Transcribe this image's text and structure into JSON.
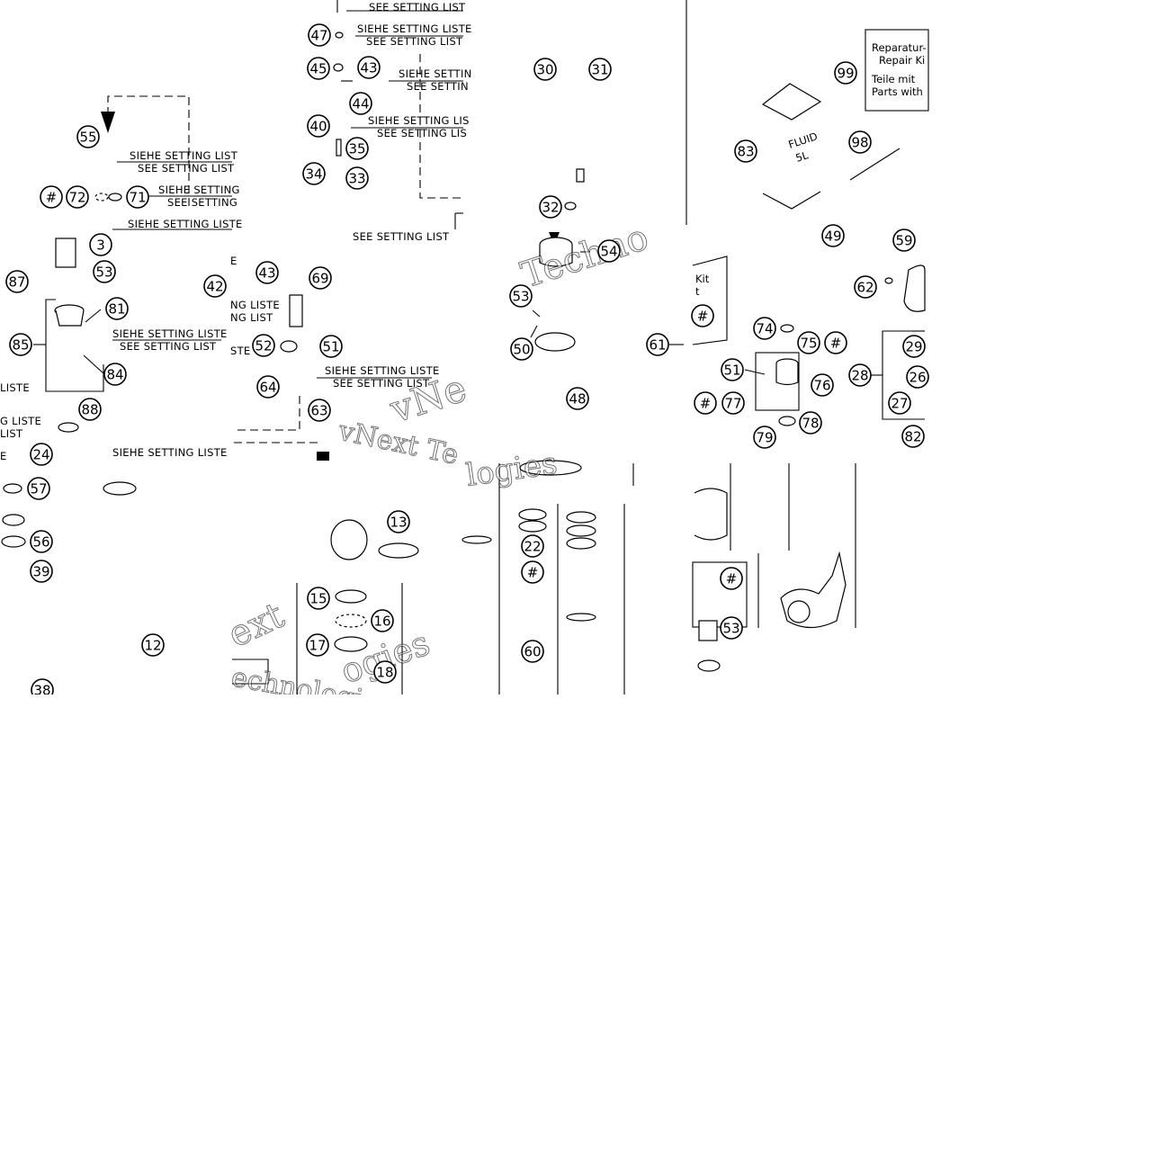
{
  "callouts": [
    {
      "id": "c55",
      "label": "55"
    },
    {
      "id": "c72",
      "label": "72"
    },
    {
      "id": "c71",
      "label": "71"
    },
    {
      "id": "cH1",
      "label": "#"
    },
    {
      "id": "c3",
      "label": "3"
    },
    {
      "id": "c87",
      "label": "87"
    },
    {
      "id": "c53a",
      "label": "53"
    },
    {
      "id": "c42",
      "label": "42"
    },
    {
      "id": "c81",
      "label": "81"
    },
    {
      "id": "c85",
      "label": "85"
    },
    {
      "id": "c84",
      "label": "84"
    },
    {
      "id": "c88",
      "label": "88"
    },
    {
      "id": "c24",
      "label": "24"
    },
    {
      "id": "c57",
      "label": "57"
    },
    {
      "id": "c56",
      "label": "56"
    },
    {
      "id": "c39",
      "label": "39"
    },
    {
      "id": "c12",
      "label": "12"
    },
    {
      "id": "c38",
      "label": "38"
    },
    {
      "id": "c47",
      "label": "47"
    },
    {
      "id": "c45",
      "label": "45"
    },
    {
      "id": "c43a",
      "label": "43"
    },
    {
      "id": "c44",
      "label": "44"
    },
    {
      "id": "c40",
      "label": "40"
    },
    {
      "id": "c35",
      "label": "35"
    },
    {
      "id": "c34",
      "label": "34"
    },
    {
      "id": "c33",
      "label": "33"
    },
    {
      "id": "c43b",
      "label": "43"
    },
    {
      "id": "c69",
      "label": "69"
    },
    {
      "id": "c52",
      "label": "52"
    },
    {
      "id": "c51a",
      "label": "51"
    },
    {
      "id": "c64",
      "label": "64"
    },
    {
      "id": "c63",
      "label": "63"
    },
    {
      "id": "c13",
      "label": "13"
    },
    {
      "id": "c15",
      "label": "15"
    },
    {
      "id": "c16",
      "label": "16"
    },
    {
      "id": "c17",
      "label": "17"
    },
    {
      "id": "c18",
      "label": "18"
    },
    {
      "id": "c30",
      "label": "30"
    },
    {
      "id": "c31",
      "label": "31"
    },
    {
      "id": "c32",
      "label": "32"
    },
    {
      "id": "c54",
      "label": "54"
    },
    {
      "id": "c53b",
      "label": "53"
    },
    {
      "id": "c50",
      "label": "50"
    },
    {
      "id": "c61",
      "label": "61"
    },
    {
      "id": "c48",
      "label": "48"
    },
    {
      "id": "c22",
      "label": "22"
    },
    {
      "id": "cH2",
      "label": "#"
    },
    {
      "id": "c60",
      "label": "60"
    },
    {
      "id": "c99",
      "label": "99"
    },
    {
      "id": "c83",
      "label": "83"
    },
    {
      "id": "c98",
      "label": "98"
    },
    {
      "id": "c49",
      "label": "49"
    },
    {
      "id": "c59",
      "label": "59"
    },
    {
      "id": "c62",
      "label": "62"
    },
    {
      "id": "cH3",
      "label": "#"
    },
    {
      "id": "c74",
      "label": "74"
    },
    {
      "id": "c75",
      "label": "75"
    },
    {
      "id": "cH4",
      "label": "#"
    },
    {
      "id": "c51b",
      "label": "51"
    },
    {
      "id": "c76",
      "label": "76"
    },
    {
      "id": "cH5",
      "label": "#"
    },
    {
      "id": "c77",
      "label": "77"
    },
    {
      "id": "c28",
      "label": "28"
    },
    {
      "id": "c29",
      "label": "29"
    },
    {
      "id": "c26",
      "label": "26"
    },
    {
      "id": "c27",
      "label": "27"
    },
    {
      "id": "c78",
      "label": "78"
    },
    {
      "id": "c79",
      "label": "79"
    },
    {
      "id": "c82",
      "label": "82"
    },
    {
      "id": "cH6",
      "label": "#"
    },
    {
      "id": "c53c",
      "label": "53"
    }
  ],
  "notes": [
    {
      "id": "n1",
      "text": "SEE SETTING LIST"
    },
    {
      "id": "n2",
      "text": "SIEHE SETTING LISTE"
    },
    {
      "id": "n3",
      "text": "SEE SETTING LIST"
    },
    {
      "id": "n4",
      "text": "SIEHE SETTIN"
    },
    {
      "id": "n5",
      "text": "SEE SETTIN"
    },
    {
      "id": "n6",
      "text": "SIEHE SETTING LIS"
    },
    {
      "id": "n7",
      "text": "SEE SETTING LIS"
    },
    {
      "id": "n8",
      "text": "SEE SETTING LIST"
    },
    {
      "id": "n9",
      "text": "SIEHE SETTING LIST"
    },
    {
      "id": "n10",
      "text": "SEE SETTING LIST"
    },
    {
      "id": "n11",
      "text": "SIEHE SETTING"
    },
    {
      "id": "n12",
      "text": "SEE SETTING"
    },
    {
      "id": "n13",
      "text": "SIEHE SETTING LISTE"
    },
    {
      "id": "n14",
      "text": "SIEHE SETTING LISTE"
    },
    {
      "id": "n15",
      "text": "SEE SETTING LIST"
    },
    {
      "id": "n16",
      "text": "G LISTE"
    },
    {
      "id": "n17",
      "text": "LIST"
    },
    {
      "id": "n18",
      "text": "SIEHE SETTING LISTE"
    },
    {
      "id": "n19",
      "text": "LISTE"
    },
    {
      "id": "n20",
      "text": "NG LISTE"
    },
    {
      "id": "n21",
      "text": "NG LIST"
    },
    {
      "id": "n22",
      "text": "STE"
    },
    {
      "id": "n23",
      "text": "SIEHE SETTING LISTE"
    },
    {
      "id": "n24",
      "text": "SEE SETTING LIST"
    },
    {
      "id": "n25",
      "text": "E"
    },
    {
      "id": "n26",
      "text": "E"
    }
  ],
  "repair_box": {
    "line1": "Reparatur-",
    "line2": "Repair Ki",
    "line3": "Teile mit",
    "line4": "Parts with"
  },
  "kit_box": {
    "line1": "Kit",
    "line2": "t"
  },
  "fluid_label": {
    "line1": "FLUID",
    "line2": "5L"
  },
  "watermarks": [
    {
      "id": "w1",
      "text": "vNext Te"
    },
    {
      "id": "w2",
      "text": "Techno"
    },
    {
      "id": "w3",
      "text": "vNe"
    },
    {
      "id": "w4",
      "text": "ext"
    },
    {
      "id": "w5",
      "text": "echnologies"
    },
    {
      "id": "w6",
      "text": "ogies"
    },
    {
      "id": "w7",
      "text": "logies"
    }
  ]
}
